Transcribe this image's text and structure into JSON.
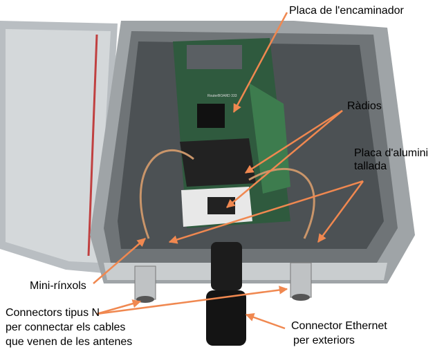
{
  "labels": {
    "router_board": "Placa de l'encaminador",
    "radios": "Ràdios",
    "aluminium_plate_line1": "Placa d'alumini",
    "aluminium_plate_line2": "tallada",
    "pigtails": "Mini-rínxols",
    "n_connectors_line1": "Connectors tipus N",
    "n_connectors_line2": "per connectar els cables",
    "n_connectors_line3": "que venen de les antenes",
    "ethernet_line1": "Connector Ethernet",
    "ethernet_line2": "per exteriors",
    "board_silkscreen": "RouterBOARD 333"
  },
  "colors": {
    "arrow": "#f08850",
    "enclosure": "#a9adb0",
    "board": "#2f5a3e",
    "background": "#ffffff"
  }
}
